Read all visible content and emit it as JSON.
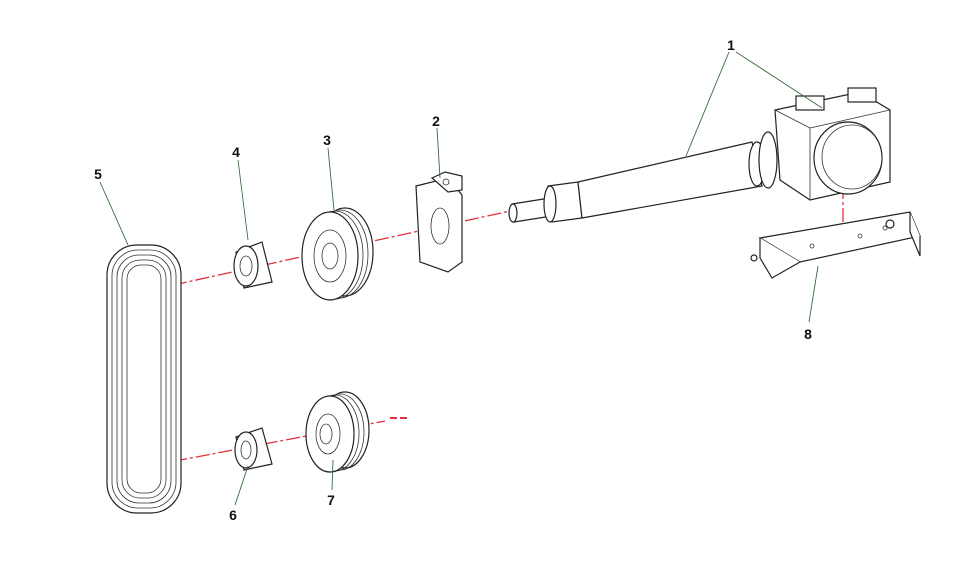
{
  "diagram": {
    "callouts": [
      {
        "id": "1",
        "label": "1"
      },
      {
        "id": "2",
        "label": "2"
      },
      {
        "id": "3",
        "label": "3"
      },
      {
        "id": "4",
        "label": "4"
      },
      {
        "id": "5",
        "label": "5"
      },
      {
        "id": "6",
        "label": "6"
      },
      {
        "id": "7",
        "label": "7"
      },
      {
        "id": "8",
        "label": "8"
      }
    ],
    "colors": {
      "axis": "#e0303a",
      "leader": "#3a6b3a",
      "line": "#222222"
    }
  }
}
